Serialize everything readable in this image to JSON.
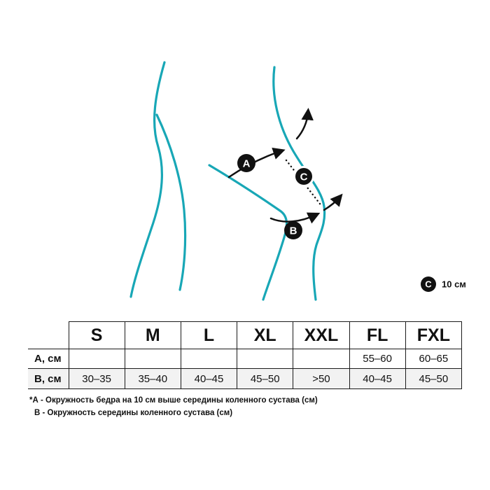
{
  "illustration": {
    "line_color": "#18A7B6",
    "arrow_color": "#111111",
    "labels": {
      "a": "A",
      "b": "B",
      "c": "C"
    },
    "legend": {
      "letter": "C",
      "text": "10 см"
    }
  },
  "table": {
    "columns": [
      "S",
      "M",
      "L",
      "XL",
      "XXL",
      "FL",
      "FXL"
    ],
    "rows": [
      {
        "label": "А, см",
        "values": [
          "",
          "",
          "",
          "",
          "",
          "55–60",
          "60–65"
        ]
      },
      {
        "label": "В, см",
        "values": [
          "30–35",
          "35–40",
          "40–45",
          "45–50",
          ">50",
          "40–45",
          "45–50"
        ]
      }
    ]
  },
  "footnotes": [
    "*А - Окружность бедра на 10 см выше середины коленного сустава (см)",
    "В - Окружность середины коленного сустава (см)"
  ]
}
